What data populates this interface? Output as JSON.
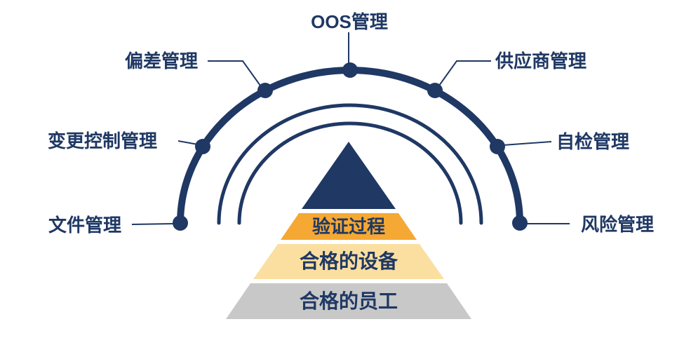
{
  "colors": {
    "navy": "#1F3864",
    "orange": "#F5A833",
    "light_yellow": "#FBDFA0",
    "gray": "#C8C8C8",
    "background": "#FFFFFF"
  },
  "arc": {
    "labels": {
      "oos": "OOS管理",
      "deviation": "偏差管理",
      "supplier": "供应商管理",
      "change_control": "变更控制管理",
      "self_inspection": "自检管理",
      "document": "文件管理",
      "risk": "风险管理"
    }
  },
  "pyramid": {
    "bands": {
      "validation": "验证过程",
      "equipment": "合格的设备",
      "staff": "合格的员工"
    }
  }
}
